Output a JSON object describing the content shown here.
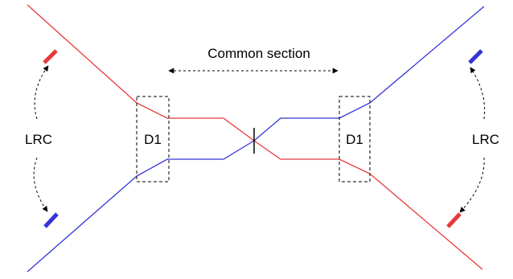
{
  "title": "Common section",
  "labels": {
    "lrc_left": "LRC",
    "lrc_right": "LRC",
    "d1_left": "D1",
    "d1_right": "D1"
  },
  "colors": {
    "beam_red": "#e8383c",
    "beam_blue": "#3434d8",
    "annotation": "#000000",
    "background": "#ffffff"
  }
}
